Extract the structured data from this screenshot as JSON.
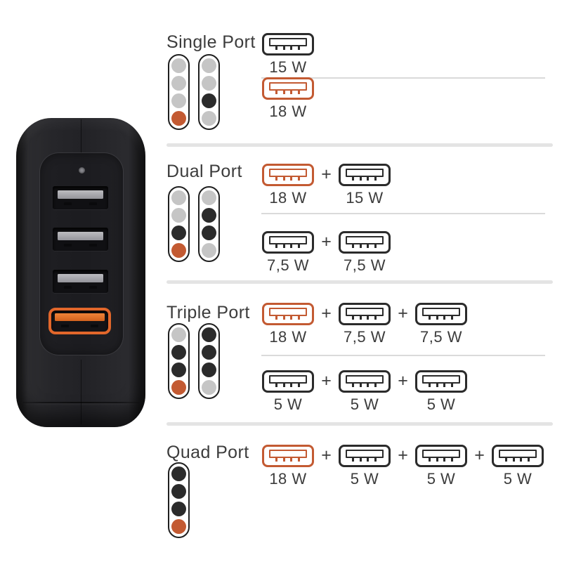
{
  "colors": {
    "accent_orange": "#C35A32",
    "icon_dark": "#2B2B2B",
    "dot_gray": "#C5C5C5",
    "divider_gray": "#E4E4E4",
    "charger_port_ring": "#E2672B"
  },
  "plus_sign": "+",
  "charger": {
    "description": "black 4-port USB wall charger, three gray USB-A ports and one orange fast-charge USB-A port",
    "ports": [
      "gray",
      "gray",
      "gray",
      "orange"
    ]
  },
  "sections": [
    {
      "title": "Single Port",
      "indicators": [
        [
          "gray",
          "gray",
          "gray",
          "orange"
        ],
        [
          "gray",
          "gray",
          "black",
          "gray"
        ]
      ],
      "options": [
        {
          "ports": [
            {
              "style": "black",
              "label": "15 W"
            }
          ]
        },
        {
          "ports": [
            {
              "style": "orange",
              "label": "18 W"
            }
          ]
        }
      ]
    },
    {
      "title": "Dual Port",
      "indicators": [
        [
          "gray",
          "gray",
          "black",
          "orange"
        ],
        [
          "gray",
          "black",
          "black",
          "gray"
        ]
      ],
      "options": [
        {
          "ports": [
            {
              "style": "orange",
              "label": "18 W"
            },
            {
              "style": "black",
              "label": "15 W"
            }
          ]
        },
        {
          "ports": [
            {
              "style": "black",
              "label": "7,5 W"
            },
            {
              "style": "black",
              "label": "7,5 W"
            }
          ]
        }
      ]
    },
    {
      "title": "Triple Port",
      "indicators": [
        [
          "gray",
          "black",
          "black",
          "orange"
        ],
        [
          "black",
          "black",
          "black",
          "gray"
        ]
      ],
      "options": [
        {
          "ports": [
            {
              "style": "orange",
              "label": "18 W"
            },
            {
              "style": "black",
              "label": "7,5 W"
            },
            {
              "style": "black",
              "label": "7,5 W"
            }
          ]
        },
        {
          "ports": [
            {
              "style": "black",
              "label": "5 W"
            },
            {
              "style": "black",
              "label": "5 W"
            },
            {
              "style": "black",
              "label": "5 W"
            }
          ]
        }
      ]
    },
    {
      "title": "Quad Port",
      "indicators": [
        [
          "black",
          "black",
          "black",
          "orange"
        ]
      ],
      "options": [
        {
          "ports": [
            {
              "style": "orange",
              "label": "18 W"
            },
            {
              "style": "black",
              "label": "5 W"
            },
            {
              "style": "black",
              "label": "5 W"
            },
            {
              "style": "black",
              "label": "5 W"
            }
          ]
        }
      ]
    }
  ]
}
